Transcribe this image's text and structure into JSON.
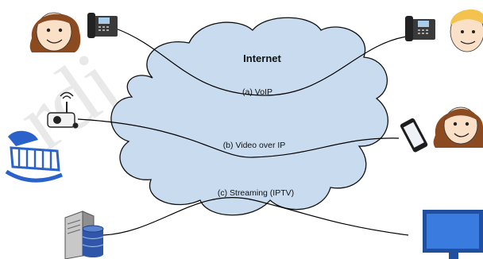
{
  "diagram": {
    "cloud_label": "Internet",
    "links": [
      {
        "label": "(a) VoIP"
      },
      {
        "label": "(b) Video over IP"
      },
      {
        "label": "(c) Streaming (IPTV)"
      }
    ],
    "watermark": "rdj",
    "colors": {
      "cloud_fill": "#c9dcef",
      "cloud_stroke": "#111111",
      "skin": "#fbe0c8",
      "hair_brown": "#8b4a20",
      "hair_blond": "#f4c24e",
      "crib_blue": "#2a62c9",
      "monitor_blue": "#3a7be0",
      "database_blue": "#2f56a8",
      "phone_grey": "#3a3a3a"
    },
    "icons": [
      "woman-face-icon",
      "desk-phone-icon",
      "man-face-icon",
      "webcam-icon",
      "baby-crib-icon",
      "smartphone-icon",
      "server-icon",
      "database-icon",
      "monitor-icon"
    ]
  }
}
